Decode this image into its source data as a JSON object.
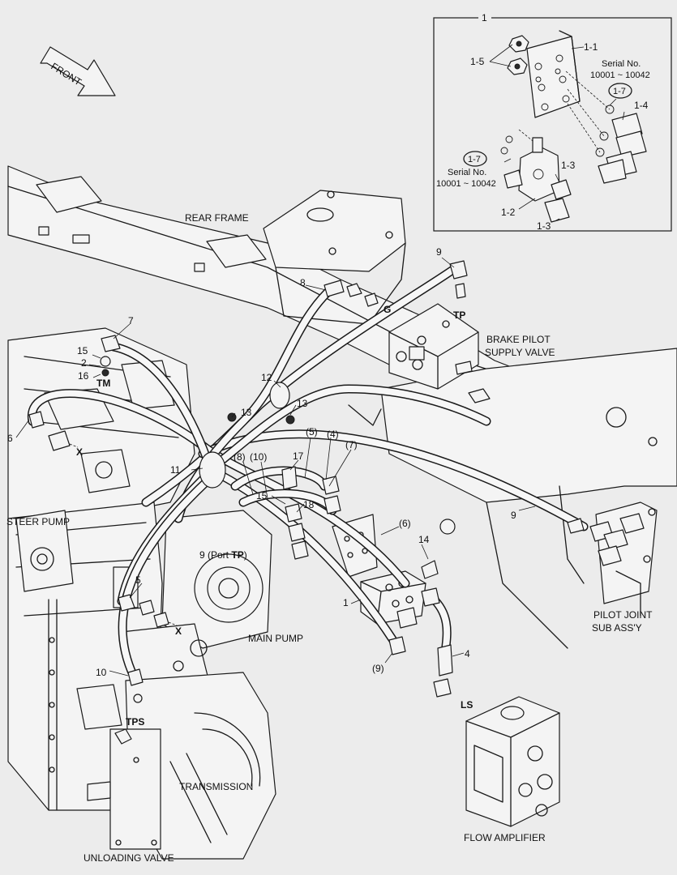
{
  "inset": {
    "number": "1",
    "callouts": {
      "c1_1": "1-1",
      "c1_5": "1-5",
      "c1_4": "1-4",
      "c1_7a": "1-7",
      "c1_7b": "1-7",
      "c1_2": "1-2",
      "c1_3a": "1-3",
      "c1_3b": "1-3"
    },
    "serial_label_a": "Serial No.",
    "serial_range_a": "10001 ~ 10042",
    "serial_label_b": "Serial No.",
    "serial_range_b": "10001 ~ 10042"
  },
  "front_arrow": "FRONT",
  "components": {
    "rear_frame": "REAR FRAME",
    "brake_pilot_line1": "BRAKE PILOT",
    "brake_pilot_line2": "SUPPLY VALVE",
    "steer_pump": "STEER PUMP",
    "main_pump": "MAIN PUMP",
    "pilot_joint_line1": "PILOT JOINT",
    "pilot_joint_line2": "SUB ASS'Y",
    "transmission": "TRANSMISSION",
    "unloading_valve": "UNLOADING VALVE",
    "flow_amplifier": "FLOW AMPLIFIER"
  },
  "ports": {
    "g": "G",
    "tp": "TP",
    "tm": "TM",
    "x1": "X",
    "x2": "X",
    "tps": "TPS",
    "ls": "LS",
    "port_tp_prefix": "9 (Port ",
    "port_tp_code": "TP",
    "port_tp_suffix": ")"
  },
  "callouts": {
    "n1": "1",
    "n2": "2",
    "n4": "4",
    "n5": "5",
    "n6": "6",
    "n7": "7",
    "n8": "8",
    "n9_top": "9",
    "n9_right": "9",
    "n9_bottom": "(9)",
    "n10": "10",
    "n11": "11",
    "n12": "12",
    "n13a": "13",
    "n13b": "13",
    "n14": "14",
    "n15_left": "15",
    "n15_mid": "15",
    "n16": "16",
    "n17": "17",
    "n18": "18",
    "p4": "(4)",
    "p5": "(5)",
    "p6": "(6)",
    "p7": "(7)",
    "p8": "(8)",
    "p10": "(10)"
  }
}
